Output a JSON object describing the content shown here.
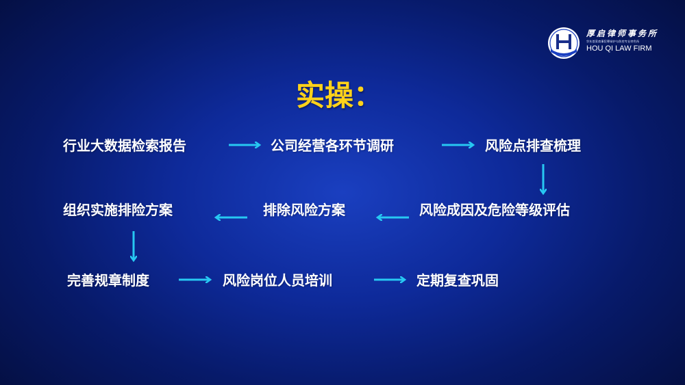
{
  "logo": {
    "cn": "厚启律师事务所",
    "sub": "华东首家商事犯罪辩护与防控专业特色所",
    "en": "HOU QI LAW FIRM",
    "mark": "H"
  },
  "title": "实操：",
  "steps": [
    "行业大数据检索报告",
    "公司经营各环节调研",
    "风险点排查梳理",
    "风险成因及危险等级评估",
    "排除风险方案",
    "组织实施排险方案",
    "完善规章制度",
    "风险岗位人员培训",
    "定期复查巩固"
  ],
  "colors": {
    "arrow": "#27c8f2",
    "title": "#ffd21a",
    "text": "#ffffff"
  }
}
